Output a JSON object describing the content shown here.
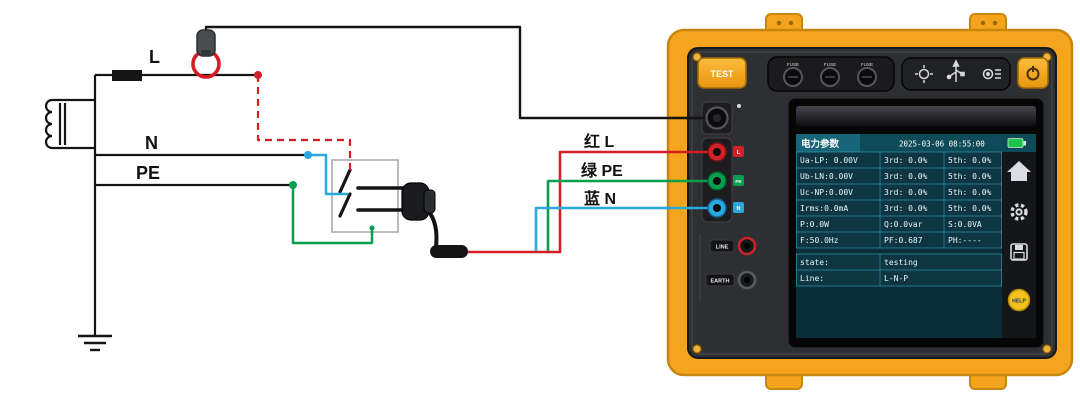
{
  "diagram": {
    "wire_labels": {
      "l": "L",
      "n": "N",
      "pe": "PE"
    },
    "lead_labels": {
      "red": "红 L",
      "green": "绿 PE",
      "blue": "蓝 N"
    },
    "colors": {
      "red": "#d31f26",
      "green": "#0a9e4f",
      "blue": "#29a8e0",
      "black": "#141414",
      "case_orange": "#f5a51d"
    }
  },
  "device": {
    "test_button_label": "TEST",
    "fuse_label": "FUSE",
    "jack_tags": {
      "l": "L",
      "pe": "PE",
      "n": "N"
    },
    "port_labels": {
      "line": "LINE",
      "earth": "EARTH"
    }
  },
  "screen": {
    "title": "电力参数",
    "datetime": "2025-03-06 08:55:00",
    "table": {
      "rows": [
        [
          "Ua-LP: 0.00V",
          "3rd: 0.0%",
          "5th: 0.0%"
        ],
        [
          "Ub-LN:0.00V",
          "3rd: 0.0%",
          "5th: 0.0%"
        ],
        [
          "Uc-NP:0.00V",
          "3rd: 0.0%",
          "5th: 0.0%"
        ],
        [
          "Irms:0.0mA",
          "3rd: 0.0%",
          "5th: 0.0%"
        ],
        [
          "P:0.0W",
          "Q:0.0var",
          "S:0.0VA"
        ],
        [
          "F:50.0Hz",
          "PF:0.687",
          "PH:----"
        ]
      ]
    },
    "status": {
      "rows": [
        [
          "state:",
          "testing"
        ],
        [
          "Line:",
          "L-N-P"
        ]
      ]
    },
    "help_label": "HELP"
  }
}
